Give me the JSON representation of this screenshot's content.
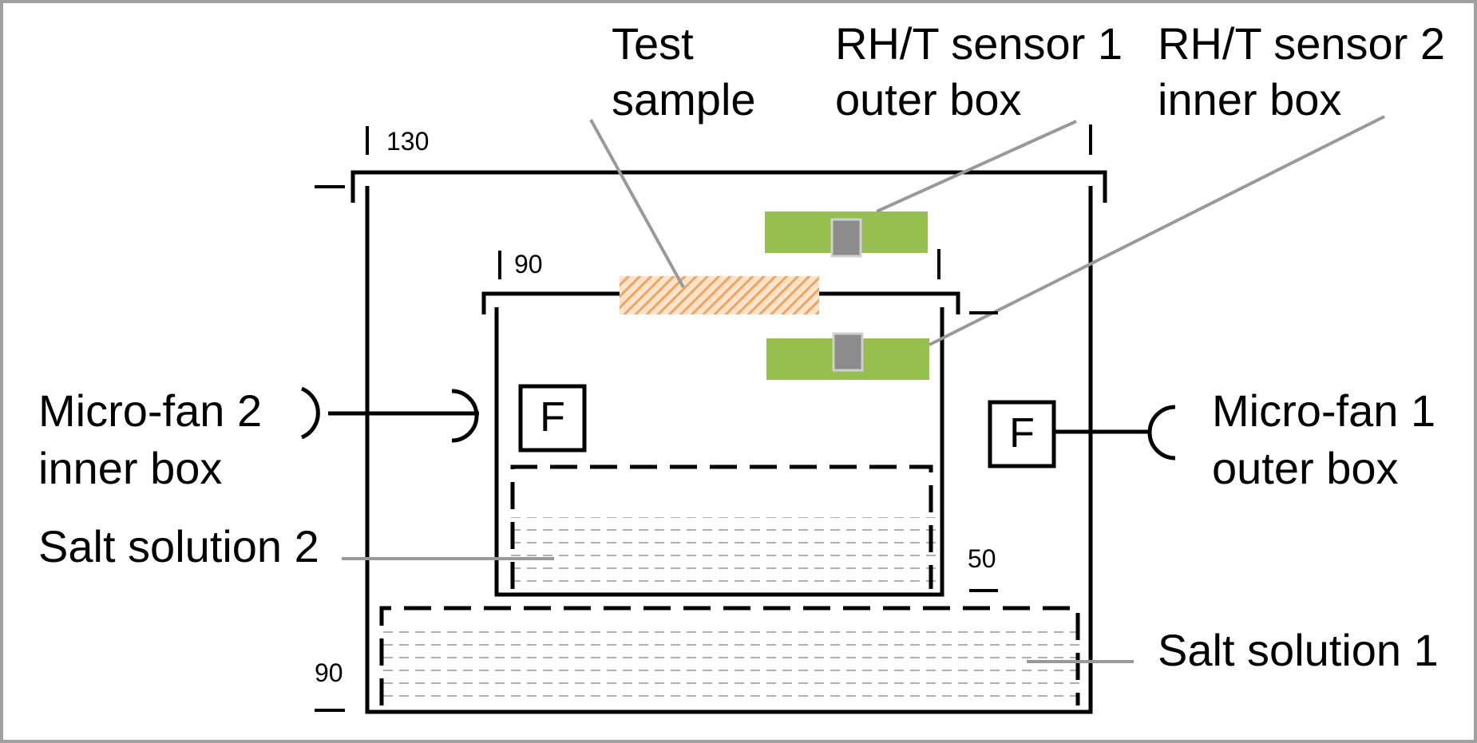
{
  "labels": {
    "test_sample": [
      "Test",
      "sample"
    ],
    "sensor_1": [
      "RH/T sensor 1",
      "outer box"
    ],
    "sensor_2": [
      "RH/T sensor 2",
      "inner box"
    ],
    "fan_2": [
      "Micro-fan 2",
      "inner box"
    ],
    "fan_1": [
      "Micro-fan 1",
      "outer box"
    ],
    "salt_2": "Salt solution 2",
    "salt_1": "Salt solution 1",
    "fan_glyph": "F"
  },
  "dimensions": {
    "outer_width": "130",
    "inner_width": "90",
    "inner_height": "50",
    "outer_height": "90"
  },
  "colors": {
    "line": "#000000",
    "frame": "#a0a0a0",
    "leader": "#999999",
    "sensor_board": "#97bf50",
    "sensor_chip": "#8c8c8c",
    "sample": "#f2a35c",
    "liquid_dash": "#b0b0b0"
  }
}
